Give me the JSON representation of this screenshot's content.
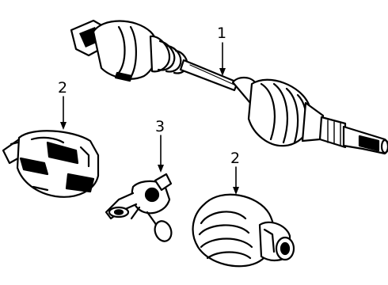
{
  "callouts": {
    "axle_shaft": "1",
    "inner_joint": "2",
    "tripod_kit": "3",
    "boot_kit": "2"
  },
  "colors": {
    "ink": "#000000",
    "paper": "#ffffff"
  }
}
